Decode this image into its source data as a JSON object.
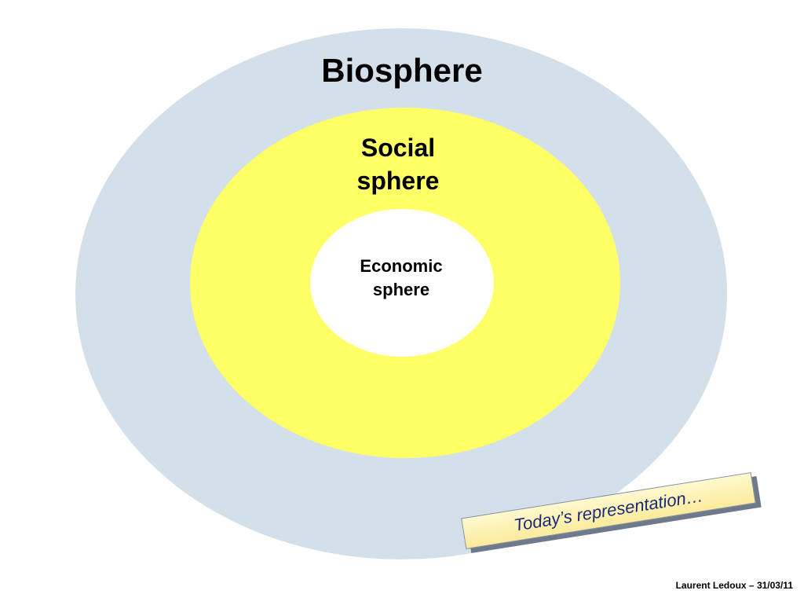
{
  "diagram": {
    "colors": {
      "biosphere": "#d3e0ea",
      "social_sphere": "#ffff66",
      "economic_sphere": "#ffffff"
    },
    "biosphere_label": "Biosphere",
    "social_sphere_label": "Social sphere",
    "economic_sphere_label": "Economic sphere"
  },
  "note": {
    "text": "Today’s representation…"
  },
  "footer": {
    "credit": "Laurent Ledoux – 31/03/11"
  }
}
